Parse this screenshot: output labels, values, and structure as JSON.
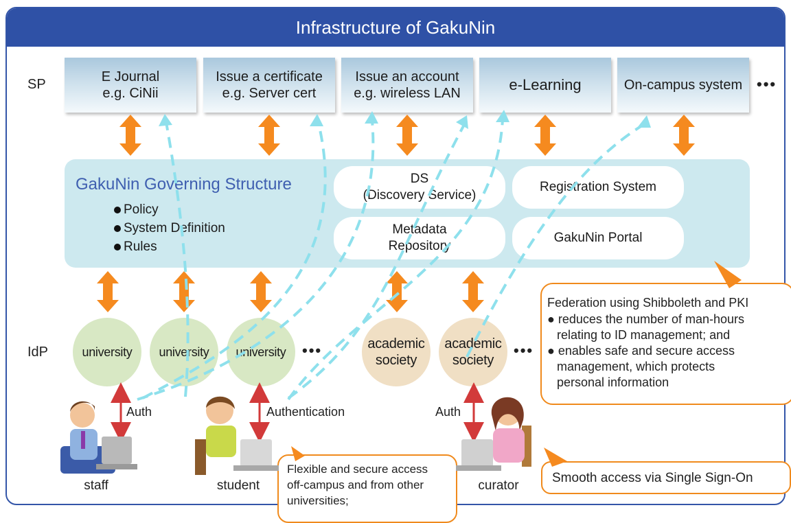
{
  "title": "Infrastructure of GakuNin",
  "row_labels": {
    "sp": "SP",
    "idp": "IdP"
  },
  "sp_boxes": [
    {
      "line1": "E Journal",
      "line2": "e.g. CiNii"
    },
    {
      "line1": "Issue a certificate",
      "line2": "e.g. Server cert"
    },
    {
      "line1": "Issue an account",
      "line2": "e.g. wireless LAN"
    },
    {
      "line1": "e-Learning",
      "line2": ""
    },
    {
      "line1": "On-campus system",
      "line2": ""
    }
  ],
  "ellipsis": "•••",
  "governing": {
    "title": "GakuNin Governing Structure",
    "items": [
      "Policy",
      "System Definition",
      "Rules"
    ]
  },
  "services": {
    "ds": {
      "line1": "DS",
      "line2": "(Discovery Service)"
    },
    "registration": "Registration System",
    "metadata": {
      "line1": "Metadata",
      "line2": "Repository"
    },
    "portal": "GakuNin Portal"
  },
  "idps": [
    {
      "type": "university",
      "line1": "university",
      "line2": ""
    },
    {
      "type": "university",
      "line1": "university",
      "line2": ""
    },
    {
      "type": "university",
      "line1": "university",
      "line2": ""
    },
    {
      "type": "society",
      "line1": "academic",
      "line2": "society"
    },
    {
      "type": "society",
      "line1": "academic",
      "line2": "society"
    }
  ],
  "federation_note": {
    "heading": "Federation using Shibboleth and PKI",
    "bullet1": [
      " reduces the number of man-hours",
      "relating to ID management; and"
    ],
    "bullet2": [
      " enables safe and secure access",
      "management, which protects",
      "personal information"
    ]
  },
  "auth_labels": {
    "staff": "Auth",
    "student": "Authentication",
    "curator": "Auth"
  },
  "people": {
    "staff": "staff",
    "student": "student",
    "curator": "curator"
  },
  "flexible_note": [
    "Flexible and secure access",
    "off-campus and from other",
    "universities;"
  ],
  "sso_note": "Smooth access via Single Sign-On",
  "colors": {
    "title_bar": "#2f51a6",
    "arrow": "#f58a1f",
    "dashed": "#8ee0ec",
    "auth_arrow": "#d23a3a"
  }
}
